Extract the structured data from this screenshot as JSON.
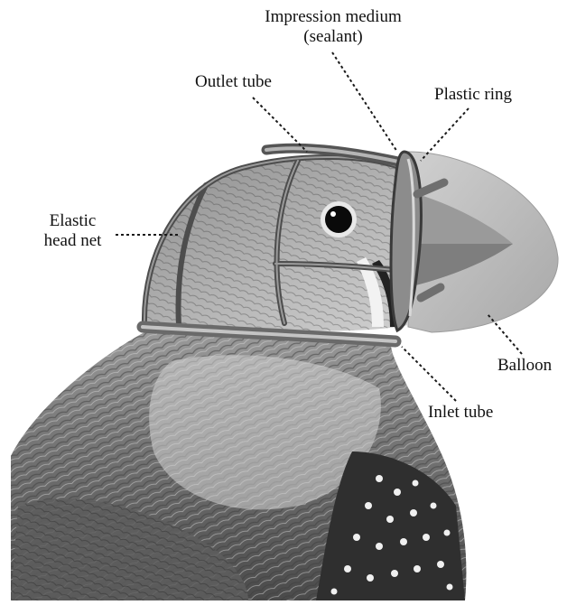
{
  "labels": {
    "impression_line1": "Impression medium",
    "impression_line2": "(sealant)",
    "outlet_tube": "Outlet tube",
    "plastic_ring": "Plastic ring",
    "elastic_line1": "Elastic",
    "elastic_line2": "head net",
    "balloon": "Balloon",
    "inlet_tube": "Inlet tube"
  },
  "colors": {
    "background": "#ffffff",
    "text": "#111111",
    "leader_line": "#1a1a1a",
    "balloon_fill": "#bdbdbd",
    "tube": "#8a8a8a",
    "net": "#4d4d4d",
    "feather_dark": "#5a5a5a",
    "feather_light": "#d9d9d9"
  }
}
